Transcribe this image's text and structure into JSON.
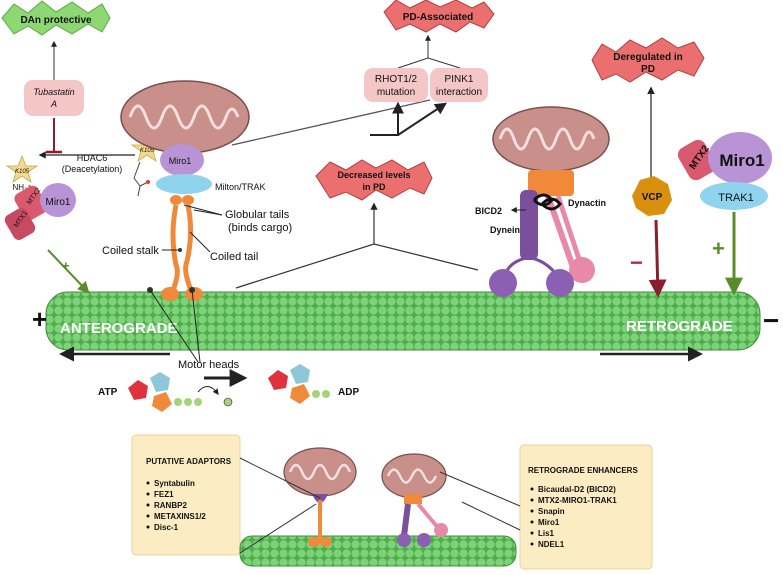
{
  "labels": {
    "dan_protective": "DAn protective",
    "pd_associated": "PD-Associated",
    "rhot_mutation_1": "RHOT1/2",
    "rhot_mutation_2": "mutation",
    "pink1_1": "PINK1",
    "pink1_2": "interaction",
    "deregulated_1": "Deregulated in",
    "deregulated_2": "PD",
    "tubastatin_1": "Tubastatin",
    "tubastatin_2": "A",
    "k105": "K105",
    "nh3": "NH₃⁺",
    "hdac6": "HDAC6",
    "deacetylation": "(Deacetylation)",
    "miro1": "Miro1",
    "milton": "Milton/TRAK",
    "mtx2": "MTX2",
    "mtx1": "MTX1",
    "globular_1": "Globular tails",
    "globular_2": "(binds cargo)",
    "coiled_stalk": "Coiled stalk",
    "coiled_tail": "Coiled tail",
    "decreased_1": "Decreased levels",
    "decreased_2": "in PD",
    "bicd2": "BICD2",
    "dynactin": "Dynactin",
    "dynein": "Dynein",
    "vcp": "VCP",
    "trak1": "TRAK1",
    "plus": "+",
    "minus": "−",
    "anterograde": "ANTEROGRADE",
    "retrograde": "RETROGRADE",
    "motor_heads": "Motor heads",
    "atp": "ATP",
    "adp": "ADP"
  },
  "putative_adaptors": {
    "title": "PUTATIVE ADAPTORS",
    "items": [
      "Syntabulin",
      "FEZ1",
      "RANBP2",
      "METAXINS1/2",
      "Disc-1"
    ]
  },
  "retrograde_enhancers": {
    "title": "RETROGRADE ENHANCERS",
    "items": [
      "Bicaudal-D2 (BICD2)",
      "MTX2-MIRO1-TRAK1",
      "Snapin",
      "Miro1",
      "Lis1",
      "NDEL1"
    ]
  },
  "colors": {
    "microtubule": "#6fc96a",
    "kinesin": "#f0893a",
    "dynein": "#7a4f9e",
    "dynactin_pink": "#e889a8",
    "miro": "#b893d6",
    "milton": "#8fd3ef",
    "mitochondria": "#c98f8a",
    "green_burst": "#8ed873",
    "red_burst": "#ec6f6f",
    "inhibit": "#8b1e2d",
    "vcp": "#d9900e"
  }
}
